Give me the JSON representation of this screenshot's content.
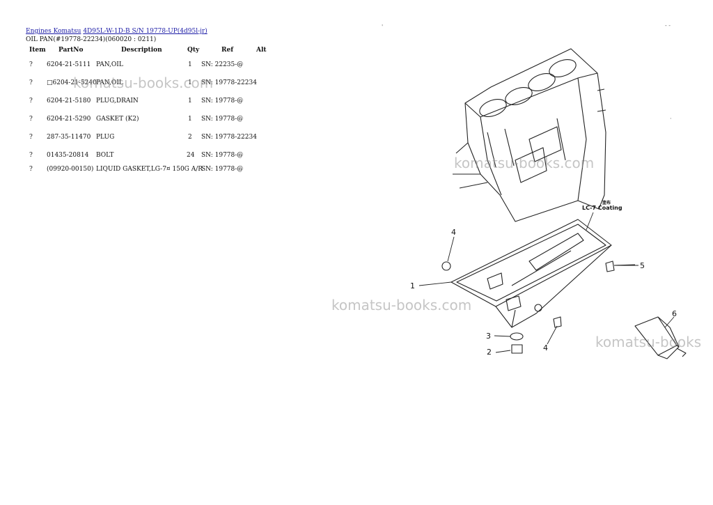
{
  "breadcrumb": {
    "root": "Engines Komatsu",
    "model": "4D95L-W-1D-B S/N 19778-UP(4d95l-jr)"
  },
  "section_title": "OIL PAN(#19778-22234)(060020 : 0211)",
  "table": {
    "headers": {
      "item": "Item",
      "partno": "PartNo",
      "description": "Description",
      "qty": "Qty",
      "ref": "Ref",
      "alt": "Alt"
    },
    "rows": [
      {
        "item": "?",
        "partno": "6204-21-5111",
        "description": "PAN,OIL",
        "qty": "1",
        "ref": "SN: 22235-@"
      },
      {
        "item": "?",
        "partno": "□6204-21-5240",
        "description": "PAN,OIL",
        "qty": "1",
        "ref": "SN: 19778-22234"
      },
      {
        "item": "?",
        "partno": "6204-21-5180",
        "description": "PLUG,DRAIN",
        "qty": "1",
        "ref": "SN: 19778-@"
      },
      {
        "item": "?",
        "partno": "6204-21-5290",
        "description": "GASKET (K2)",
        "qty": "1",
        "ref": "SN: 19778-@"
      },
      {
        "item": "?",
        "partno": "287-35-11470",
        "description": "PLUG",
        "qty": "2",
        "ref": "SN: 19778-22234"
      },
      {
        "item": "?",
        "partno": "01435-20814",
        "description": "BOLT",
        "qty": "24",
        "ref": "SN: 19778-@"
      },
      {
        "item": "?",
        "partno": "(09920-00150)",
        "description": "LIQUID GASKET,LG-7¤ 150G A/R",
        "qty": "",
        "ref": "SN: 19778-@"
      }
    ]
  },
  "watermark": {
    "text": "komatsu-books.com",
    "text_short": "komatsu-books"
  },
  "diagram": {
    "coating_kanji": "塗布",
    "coating_label": "LC-7  Coating",
    "callouts": {
      "c1": "1",
      "c2": "2",
      "c3": "3",
      "c4a": "4",
      "c4b": "4",
      "c5": "5",
      "c6": "6"
    }
  }
}
